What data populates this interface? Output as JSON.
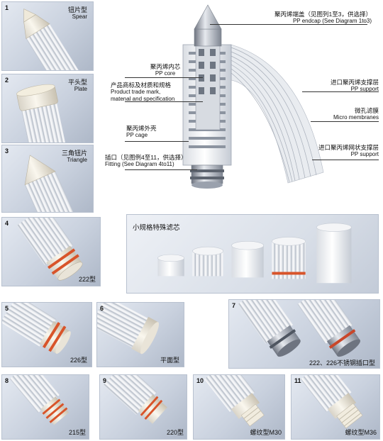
{
  "cartridges": [
    {
      "number": "1",
      "name_zh": "钮片型",
      "name_en": "Spear"
    },
    {
      "number": "2",
      "name_zh": "平头型",
      "name_en": "Plate"
    },
    {
      "number": "3",
      "name_zh": "三角钮片",
      "name_en": "Triangle"
    },
    {
      "number": "4",
      "name_zh": "222型",
      "name_en": ""
    },
    {
      "number": "5",
      "name_zh": "226型",
      "name_en": ""
    },
    {
      "number": "6",
      "name_zh": "平面型",
      "name_en": ""
    },
    {
      "number": "7",
      "name_zh": "222、226不锈钢插口型",
      "name_en": ""
    },
    {
      "number": "8",
      "name_zh": "215型",
      "name_en": ""
    },
    {
      "number": "9",
      "name_zh": "220型",
      "name_en": ""
    },
    {
      "number": "10",
      "name_zh": "螺纹型M30",
      "name_en": ""
    },
    {
      "number": "11",
      "name_zh": "螺纹型M36",
      "name_en": ""
    }
  ],
  "diagram": {
    "labels": {
      "endcap_zh": "聚丙烯端盖（见图列1至3，供选择）",
      "endcap_en": "PP endcap (See Diagram 1to3)",
      "core_zh": "聚丙烯内芯",
      "core_en": "PP core",
      "trademark_zh": "产品商标及材质和规格",
      "trademark_en1": "Product trade mark,",
      "trademark_en2": "matenal and specification",
      "support_in_zh": "进口聚丙烯支撑层",
      "support_in_en": "PP support",
      "membrane_zh": "微孔滤膜",
      "membrane_en": "Micro membranes",
      "cage_zh": "聚丙烯外壳",
      "cage_en": "PP cage",
      "support_out_zh": "进口聚丙烯网状支撑层",
      "support_out_en": "PP support",
      "fitting_zh": "插口（见图例4至11，供选择）",
      "fitting_en": "Fitting (See Diagram 4to11)"
    }
  },
  "small_set": {
    "title": "小规格特殊滤芯"
  }
}
